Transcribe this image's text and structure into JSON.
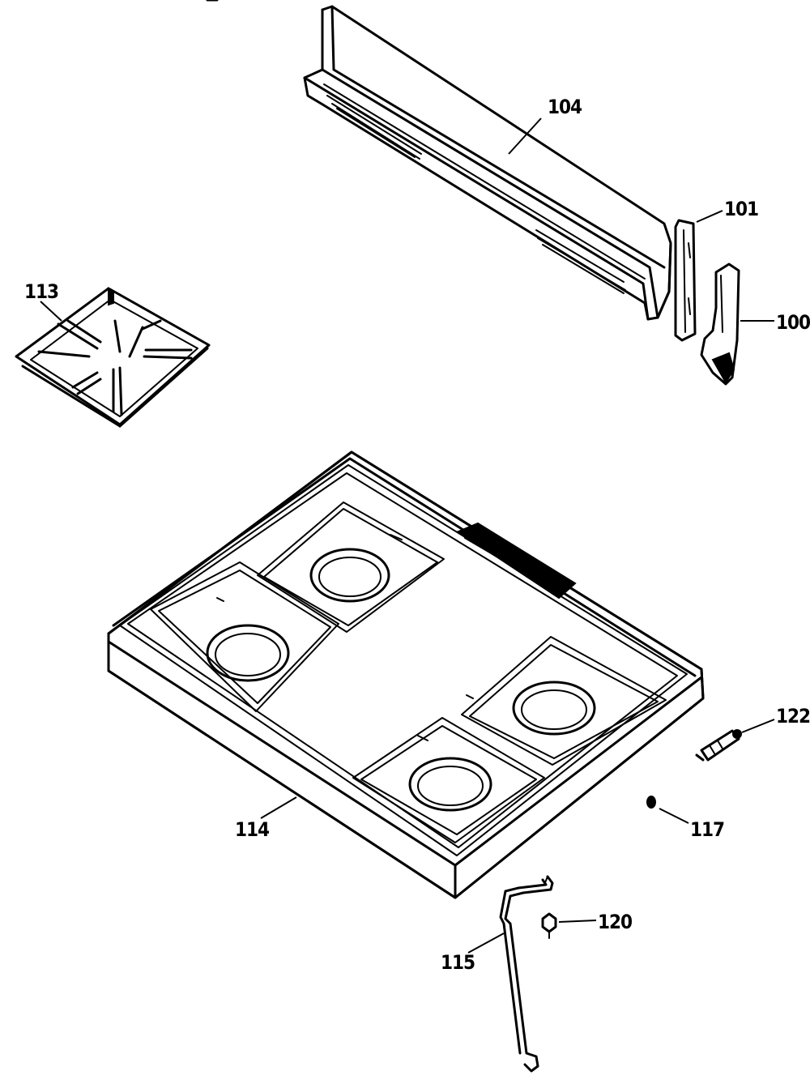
{
  "diagram": {
    "parts": [
      {
        "id": "back-guard",
        "label": "104"
      },
      {
        "id": "end-cap",
        "label": "101"
      },
      {
        "id": "side-trim",
        "label": "100"
      },
      {
        "id": "burner-grate",
        "label": "113"
      },
      {
        "id": "cooktop",
        "label": "114"
      },
      {
        "id": "igniter",
        "label": "122"
      },
      {
        "id": "screw",
        "label": "117"
      },
      {
        "id": "nut",
        "label": "120"
      },
      {
        "id": "support-rod",
        "label": "115"
      }
    ]
  }
}
